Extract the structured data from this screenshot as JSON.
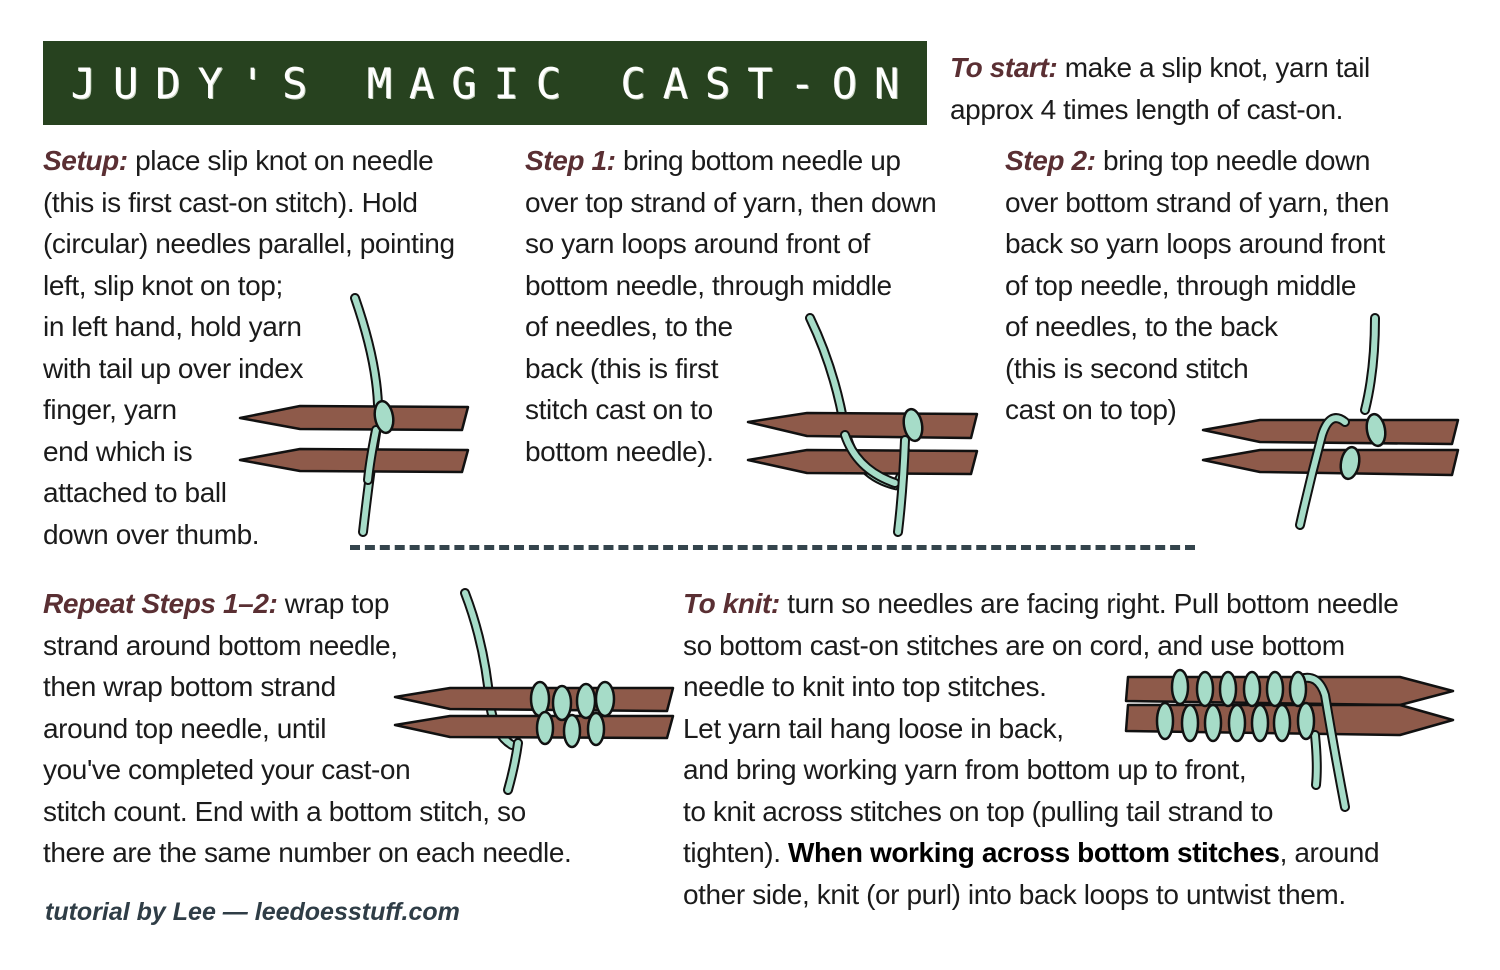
{
  "title": "JUDY'S MAGIC CAST-ON",
  "to_start": {
    "label": "To start:",
    "lines": [
      " make a slip knot, yarn tail",
      "approx 4 times length of cast-on."
    ]
  },
  "setup": {
    "label": "Setup:",
    "lines": [
      " place slip knot on needle",
      "(this is first cast-on stitch). Hold",
      "(circular) needles parallel, pointing",
      "left, slip knot on top;",
      "in left hand, hold yarn",
      "with tail up over index",
      "finger, yarn",
      "end which is",
      "attached to ball",
      "down over thumb."
    ]
  },
  "step1": {
    "label": "Step 1:",
    "lines": [
      " bring bottom needle up",
      "over top strand of yarn, then down",
      "so yarn loops around front of",
      "bottom needle, through middle",
      "of needles, to the",
      "back (this is first",
      "stitch cast on to",
      "bottom needle)."
    ]
  },
  "step2": {
    "label": "Step 2:",
    "lines": [
      " bring top needle down",
      "over bottom strand of yarn, then",
      "back so yarn loops around front",
      "of top needle, through middle",
      "of needles, to the back",
      "(this is second stitch",
      "cast on to top)"
    ]
  },
  "repeat": {
    "label": "Repeat Steps 1–2:",
    "lines": [
      " wrap top",
      "strand around bottom needle,",
      "then wrap bottom strand",
      "around top needle, until",
      "you've completed your cast-on",
      "stitch count. End with a bottom stitch, so",
      "there are the same number on each needle."
    ]
  },
  "to_knit": {
    "label": "To knit:",
    "lines": [
      " turn so needles are facing right. Pull bottom needle",
      "so bottom cast-on stitches are on cord, and use bottom",
      "needle to knit into top stitches.",
      "Let yarn tail hang loose in back,",
      "and bring working yarn from bottom up to front,",
      "to knit across stitches on top (pulling tail strand to"
    ],
    "line7_pre": "tighten). ",
    "line7_bold": "When working across bottom stitches",
    "line7_post": ", around",
    "line8": "other side, knit (or purl) into back loops to untwist them."
  },
  "footer": "tutorial by Lee — leedoesstuff.com",
  "colors": {
    "banner": "#27421f",
    "label": "#5a2f33",
    "needle": "#8e5a4a",
    "yarn": "#a6dcc8",
    "divider": "#34444c",
    "footer": "#2f3d46"
  }
}
